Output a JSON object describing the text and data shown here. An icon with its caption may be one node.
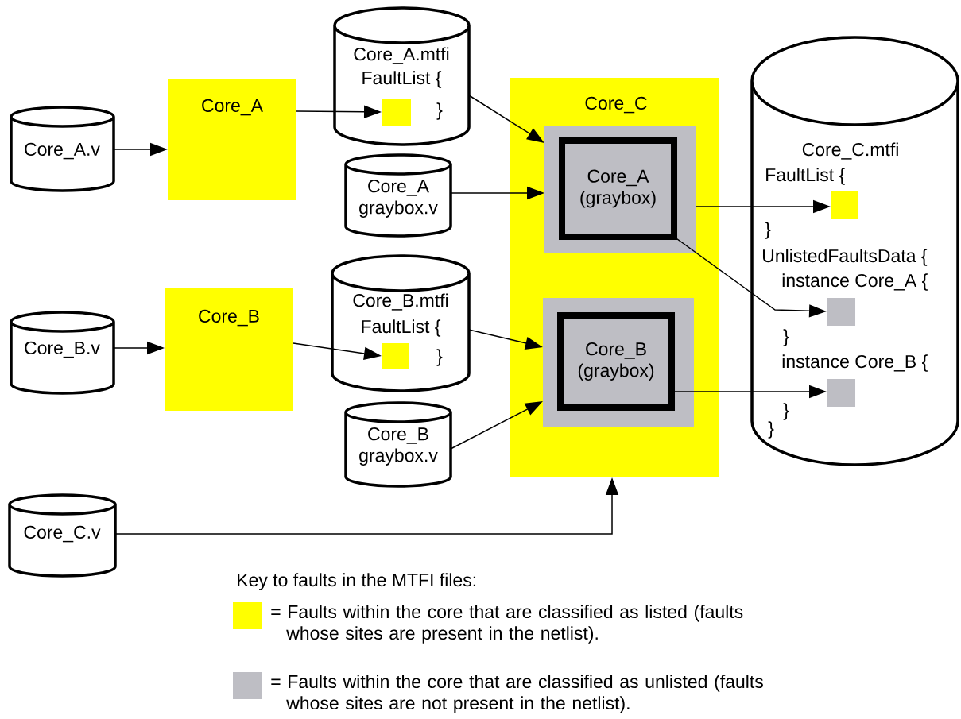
{
  "diagram": {
    "nodes": [
      {
        "text": [
          "Core_A.v"
        ]
      },
      {
        "text": [
          "Core_A"
        ]
      },
      {
        "text": [
          "Core_A.mtfi",
          "FaultList {",
          "}"
        ]
      },
      {
        "text": [],
        "shape": "box",
        "in": 2
      },
      {
        "text": [
          "Core_A graybox.v"
        ]
      },
      {
        "text": [
          "Core_B.v"
        ]
      },
      {
        "text": [
          "Core_B"
        ]
      },
      {
        "text": [
          "Core_B.mtfi",
          "FaultList {",
          "}"
        ]
      },
      {
        "text": [],
        "shape": "box",
        "in": 7
      },
      {
        "text": [
          "Core_B graybox.v"
        ]
      },
      {
        "text": [
          "Core_C.v"
        ]
      },
      {
        "text": [
          "Core_C"
        ]
      },
      {
        "text": [],
        "shape": "box",
        "in": 11
      },
      {
        "text": [
          "Core_A (graybox)"
        ],
        "in": 12
      },
      {
        "text": [],
        "shape": "box",
        "in": 11
      },
      {
        "text": [
          "Core_B (graybox)"
        ],
        "in": 14
      },
      {
        "text": [
          "Core_C.mtfi",
          "FaultList {",
          "}",
          "UnlistedFaultsData {",
          "instance Core_A {",
          "}",
          "instance Core_B {",
          "}",
          "}"
        ]
      },
      {
        "text": [],
        "shape": "box",
        "in": 16
      },
      {
        "text": [],
        "shape": "box",
        "in": 16
      },
      {
        "text": [],
        "shape": "box",
        "in": 16
      }
    ],
    "edges": [
      {
        "from": 0,
        "to": 1,
        "arrow": "to"
      },
      {
        "from": 1,
        "to": 3,
        "arrow": "to"
      },
      {
        "from": 2,
        "to": 12,
        "arrow": "to"
      },
      {
        "from": 4,
        "to": 12,
        "arrow": "to"
      },
      {
        "from": 5,
        "to": 6,
        "arrow": "to"
      },
      {
        "from": 6,
        "to": 8,
        "arrow": "to"
      },
      {
        "from": 7,
        "to": 14,
        "arrow": "to"
      },
      {
        "from": 9,
        "to": 14,
        "arrow": "to"
      },
      {
        "from": 10,
        "to": 11,
        "arrow": "to"
      },
      {
        "from": 12,
        "to": 17,
        "arrow": "to"
      },
      {
        "from": 13,
        "to": 18,
        "arrow": "to"
      },
      {
        "from": 15,
        "to": 19,
        "arrow": "to"
      }
    ],
    "labels": [
      "Key to faults in the MTFI files:"
    ],
    "legend": [
      {
        "text": "= Faults within the core that are classified as listed (faults whose sites are present in the netlist).",
        "color": "#ffff00"
      },
      {
        "text": "= Faults within the core that are classified as unlisted (faults whose sites are not present in the netlist).",
        "color": "#bebec4"
      }
    ]
  }
}
